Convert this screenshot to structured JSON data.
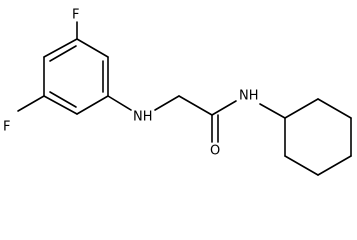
{
  "molecule": {
    "atoms": {
      "F_top": "F",
      "F_left": "F",
      "NH_amine": "NH",
      "O": "O",
      "NH_amide": "NH"
    }
  }
}
